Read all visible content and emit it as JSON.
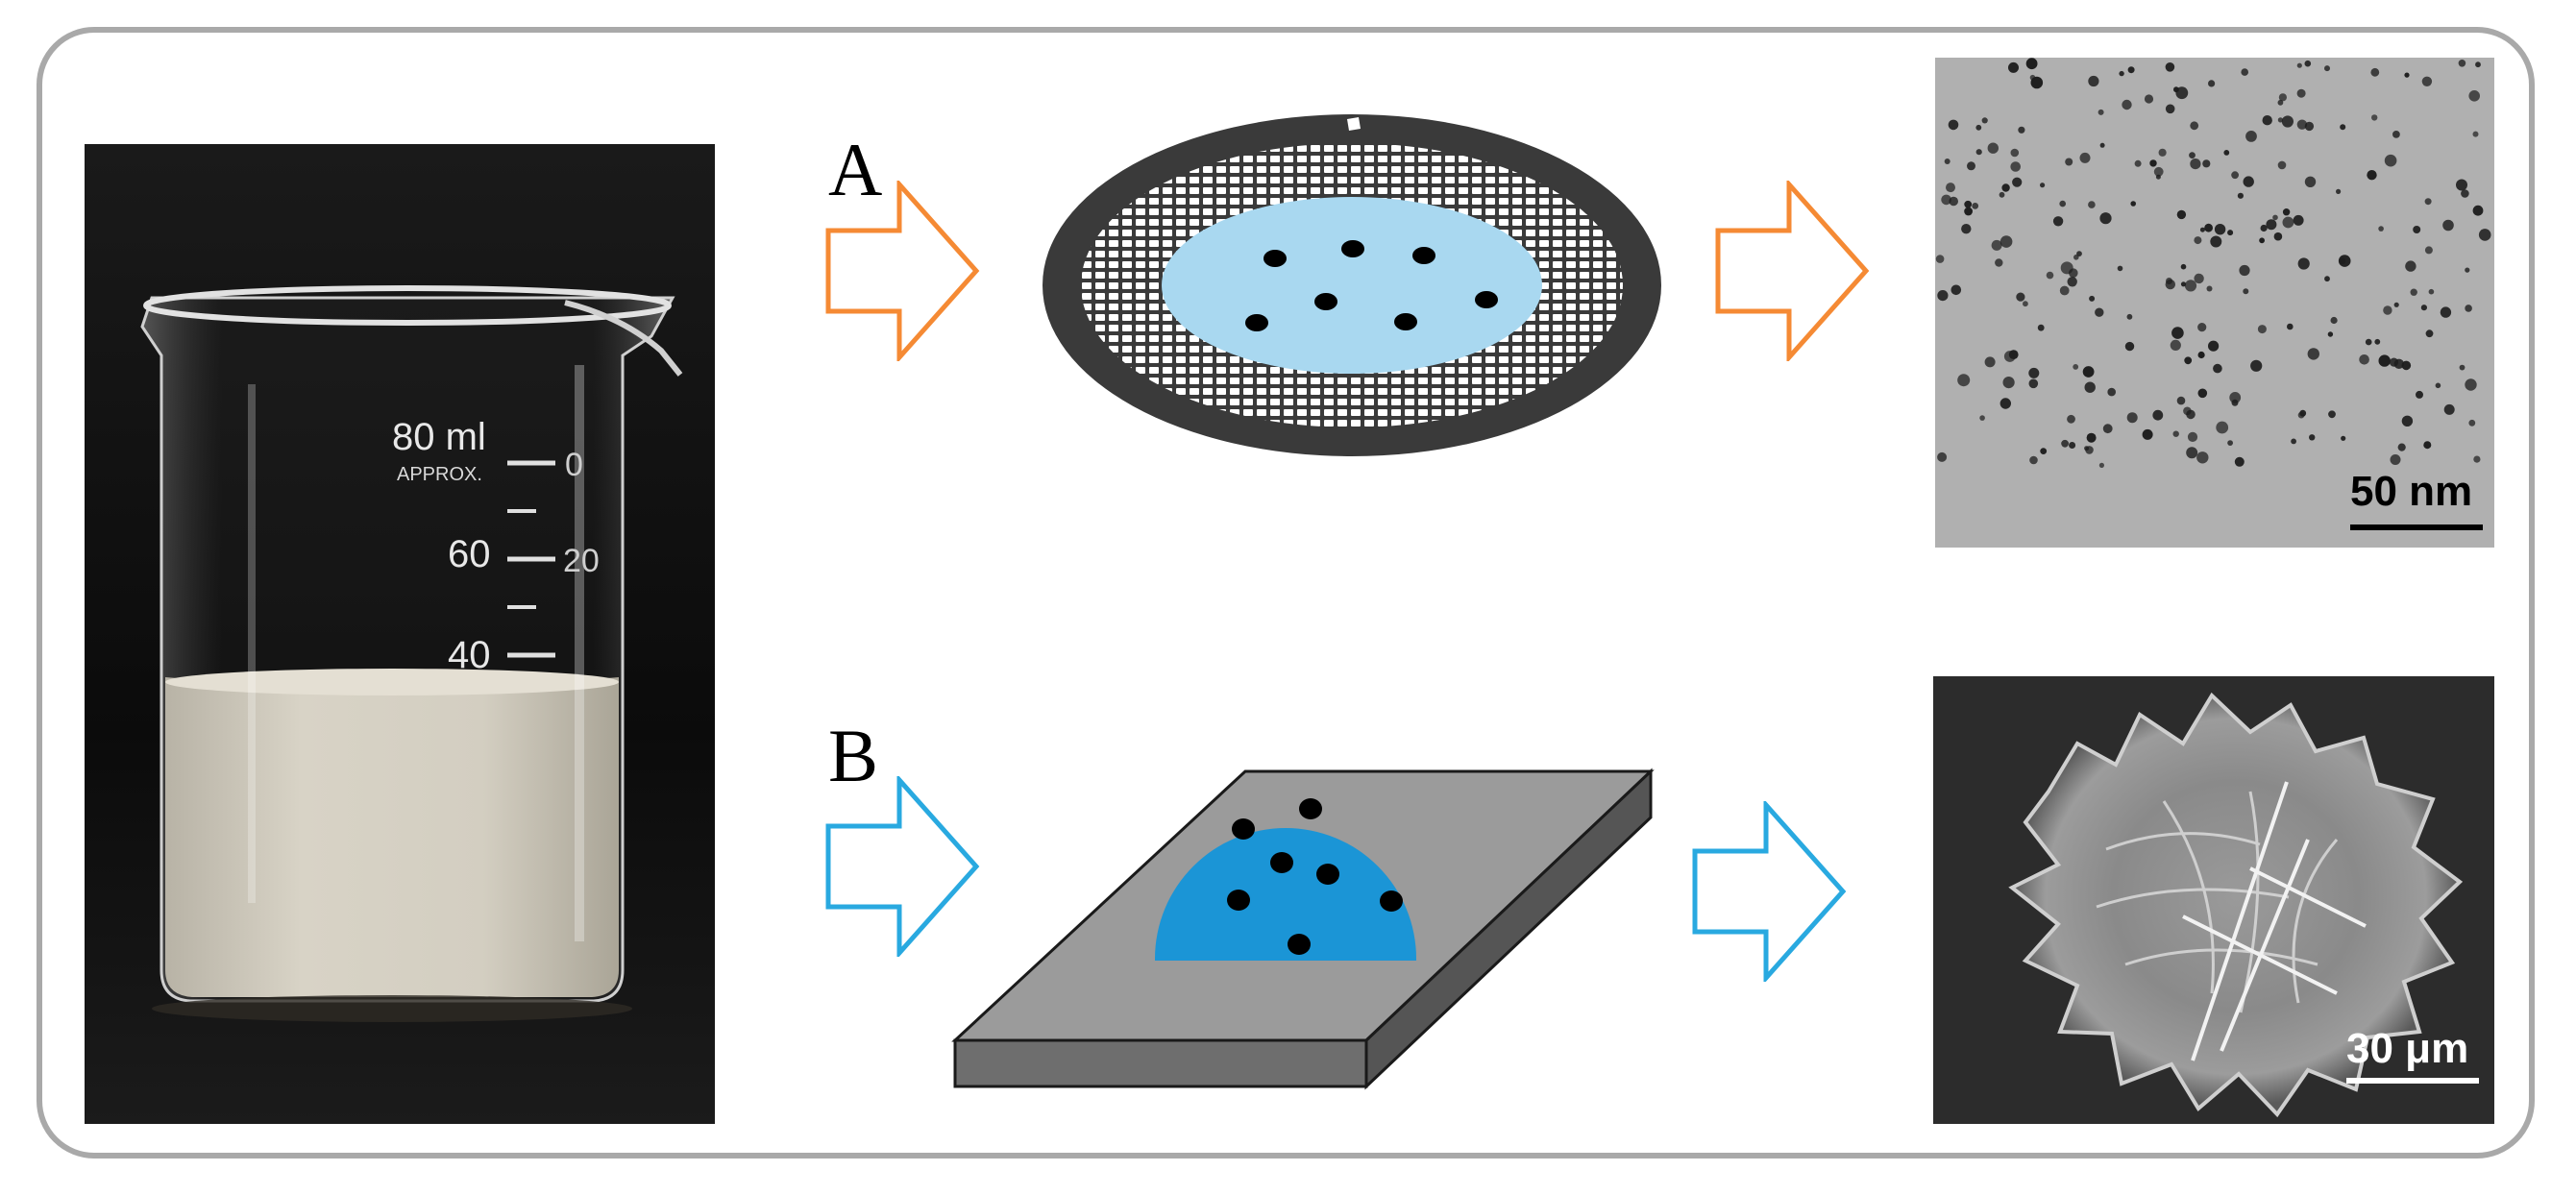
{
  "beaker": {
    "volume_label": "80 ml",
    "approx_label": "APPROX.",
    "graduations": [
      "60",
      "40"
    ],
    "back_graduations": [
      "0",
      "20"
    ]
  },
  "rows": [
    {
      "label": "A",
      "arrow_color": "#f58a34",
      "micrograph": {
        "scale_label": "50 nm",
        "scale_color": "#000000"
      }
    },
    {
      "label": "B",
      "arrow_color": "#29a9e0",
      "micrograph": {
        "scale_label": "30 μm",
        "scale_color": "#ffffff"
      }
    }
  ],
  "colors": {
    "frame": "#a9a9a9",
    "grid_ring": "#3a3a3a",
    "droplet_a": "#a9d8f0",
    "droplet_b": "#1b95d6",
    "substrate_top": "#9b9b9b",
    "substrate_side": "#6e6e6e"
  }
}
